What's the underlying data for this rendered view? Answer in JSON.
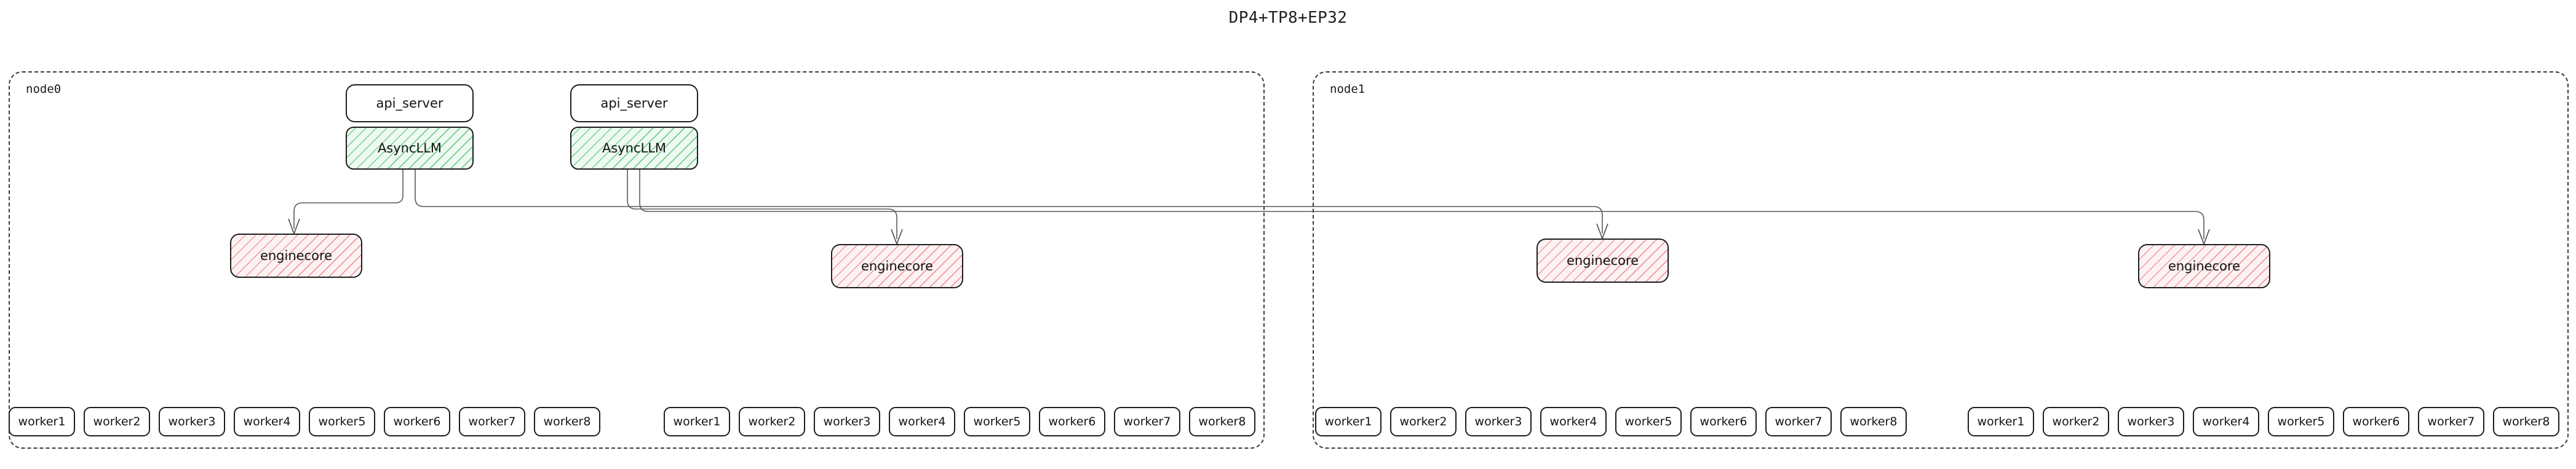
{
  "title": "DP4+TP8+EP32",
  "colors": {
    "async_hatch": "#5ec47c",
    "async_fill": "#eefaf1",
    "engine_hatch": "#e97c80",
    "engine_fill": "#fdf2f3",
    "box_border": "#1d1d1d",
    "cluster_border": "#3a3a3a",
    "edge": "#5a5a5a",
    "background": "#ffffff"
  },
  "clusters": [
    {
      "id": "node0",
      "label": "node0"
    },
    {
      "id": "node1",
      "label": "node1"
    }
  ],
  "servers": [
    {
      "id": "api0",
      "label": "api_server"
    },
    {
      "id": "api1",
      "label": "api_server"
    }
  ],
  "asyncllms": [
    {
      "id": "async0",
      "label": "AsyncLLM"
    },
    {
      "id": "async1",
      "label": "AsyncLLM"
    }
  ],
  "enginecores": [
    {
      "id": "ec0",
      "label": "enginecore"
    },
    {
      "id": "ec1",
      "label": "enginecore"
    },
    {
      "id": "ec2",
      "label": "enginecore"
    },
    {
      "id": "ec3",
      "label": "enginecore"
    }
  ],
  "worker_groups": [
    {
      "id": "wg0",
      "workers": [
        "worker1",
        "worker2",
        "worker3",
        "worker4",
        "worker5",
        "worker6",
        "worker7",
        "worker8"
      ]
    },
    {
      "id": "wg1",
      "workers": [
        "worker1",
        "worker2",
        "worker3",
        "worker4",
        "worker5",
        "worker6",
        "worker7",
        "worker8"
      ]
    },
    {
      "id": "wg2",
      "workers": [
        "worker1",
        "worker2",
        "worker3",
        "worker4",
        "worker5",
        "worker6",
        "worker7",
        "worker8"
      ]
    },
    {
      "id": "wg3",
      "workers": [
        "worker1",
        "worker2",
        "worker3",
        "worker4",
        "worker5",
        "worker6",
        "worker7",
        "worker8"
      ]
    }
  ],
  "edges": [
    {
      "from": "async0",
      "to": "ec0"
    },
    {
      "from": "async0",
      "to": "ec2"
    },
    {
      "from": "async1",
      "to": "ec1"
    },
    {
      "from": "async1",
      "to": "ec3"
    }
  ]
}
